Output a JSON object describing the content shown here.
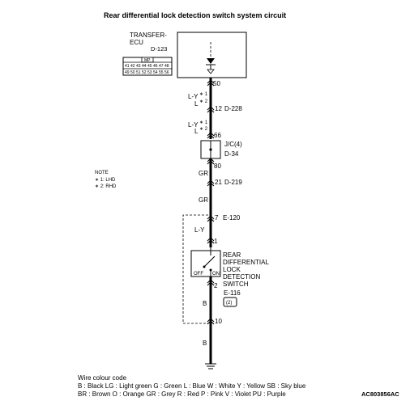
{
  "title": "Rear differential lock detection switch system circuit",
  "ecu": {
    "name_line1": "TRANSFER-",
    "name_line2": "ECU",
    "connector": "D-123",
    "connector_label": "MP",
    "pins_row1": [
      "41",
      "42",
      "43",
      "44",
      "45",
      "46",
      "47",
      "48"
    ],
    "pins_row2": [
      "49",
      "50",
      "51",
      "52",
      "53",
      "54",
      "55",
      "56"
    ]
  },
  "wires": {
    "pin_50": "50",
    "color_ly_1": "L-Y",
    "star1_a": "∗ 1",
    "color_l_1": "L",
    "star2_a": "∗ 2",
    "conn_12": "12",
    "conn_d228": "D-228",
    "color_ly_2": "L-Y",
    "star1_b": "∗ 1",
    "color_l_2": "L",
    "star2_b": "∗ 2",
    "pin_66": "66",
    "jc_label": "J/C(4)",
    "jc_conn": "D-34",
    "pin_80": "80",
    "color_gr_1": "GR",
    "conn_21": "21",
    "conn_d219": "D-219",
    "color_gr_2": "GR",
    "conn_7": "7",
    "conn_e120": "E-120",
    "color_ly_3": "L-Y",
    "pin_1": "1",
    "pin_2": "2",
    "color_b_1": "B",
    "pin_10": "10",
    "color_b_2": "B"
  },
  "switch": {
    "name_lines": [
      "REAR",
      "DIFFERENTIAL",
      "LOCK",
      "DETECTION",
      "SWITCH"
    ],
    "connector": "E-116",
    "off_label": "OFF",
    "on_label": "ON",
    "connector_icon_text": "(2)"
  },
  "note": {
    "heading": "NOTE",
    "line1": "∗ 1: LHD",
    "line2": "∗ 2: RHD"
  },
  "legend": {
    "heading": "Wire colour code",
    "line1": "B : Black    LG : Light green    G : Green    L : Blue    W : White    Y : Yellow    SB : Sky blue",
    "line2": "BR : Brown    O : Orange    GR : Grey    R : Red    P : Pink    V : Violet    PU : Purple"
  },
  "figure_code": "AC803856AC"
}
